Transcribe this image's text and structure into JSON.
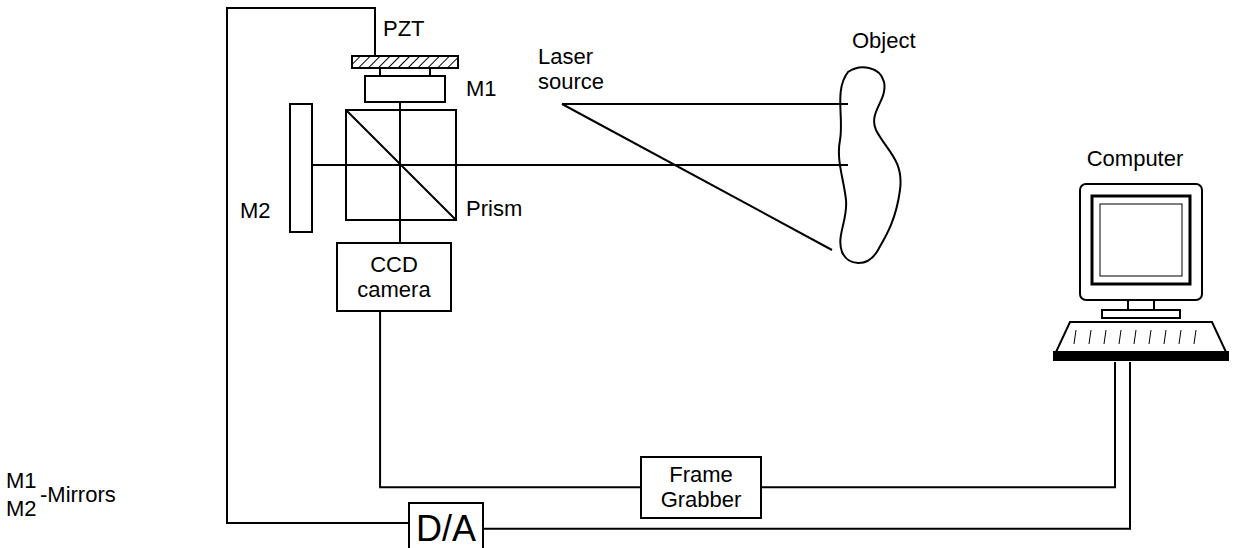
{
  "diagram": {
    "nodes": [
      {
        "text": [
          "Computer"
        ]
      },
      {
        "text": [
          "CCD camera"
        ]
      },
      {
        "text": [
          "Frame Grabber"
        ]
      },
      {
        "text": [
          "D/A"
        ]
      }
    ],
    "edges": [
      {
        "from": 1,
        "to": 2,
        "arrow": "none"
      },
      {
        "from": 2,
        "to": 0,
        "arrow": "none"
      },
      {
        "from": 3,
        "to": 0,
        "arrow": "none"
      }
    ],
    "labels": [
      "PZT",
      "M1",
      "Laser source",
      "Object",
      "M2",
      "Prism",
      "M1",
      "M2",
      "-Mirrors"
    ]
  }
}
